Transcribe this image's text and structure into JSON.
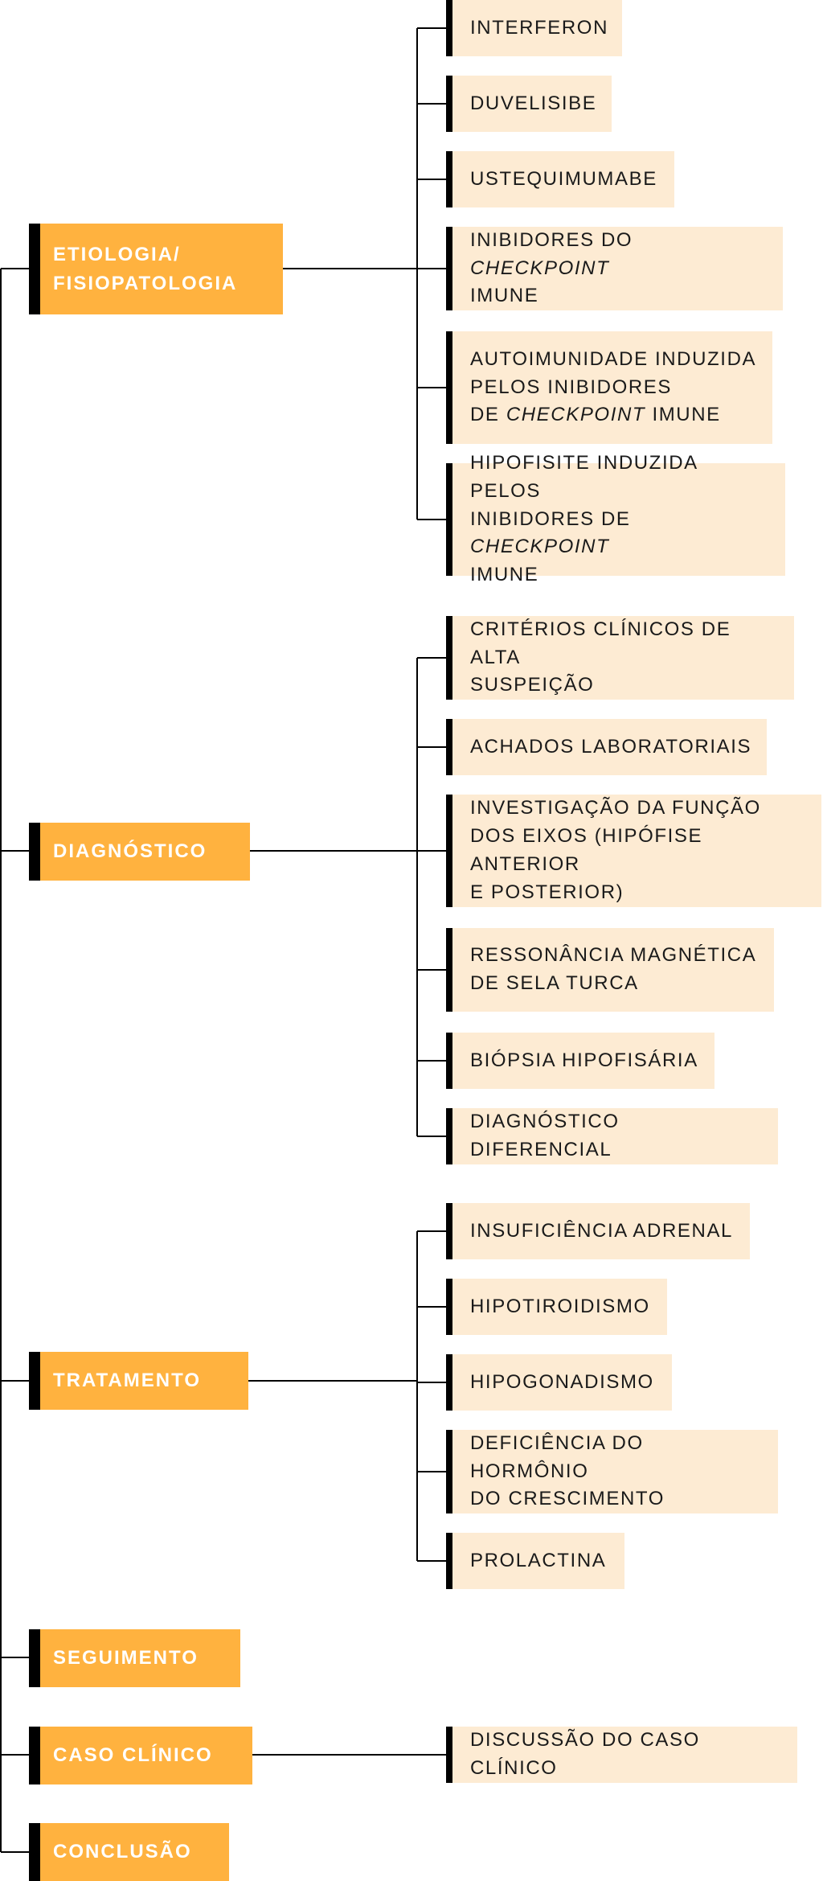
{
  "sections": {
    "etiologia": {
      "label": [
        "ETIOLOGIA/",
        "FISIOPATOLOGIA"
      ],
      "items": [
        {
          "runs": [
            {
              "t": "INTERFERON"
            }
          ]
        },
        {
          "runs": [
            {
              "t": "DUVELISIBE"
            }
          ]
        },
        {
          "runs": [
            {
              "t": "USTEQUIMUMABE"
            }
          ]
        },
        {
          "runs": [
            {
              "t": "INIBIDORES DO "
            },
            {
              "t": "CHECKPOINT",
              "i": true
            },
            {
              "br": true
            },
            {
              "t": "IMUNE"
            }
          ]
        },
        {
          "runs": [
            {
              "t": "AUTOIMUNIDADE INDUZIDA"
            },
            {
              "br": true
            },
            {
              "t": "PELOS INIBIDORES"
            },
            {
              "br": true
            },
            {
              "t": "DE "
            },
            {
              "t": "CHECKPOINT",
              "i": true
            },
            {
              "t": " IMUNE"
            }
          ]
        },
        {
          "runs": [
            {
              "t": "HIPOFISITE INDUZIDA PELOS"
            },
            {
              "br": true
            },
            {
              "t": "INIBIDORES DE "
            },
            {
              "t": "CHECKPOINT",
              "i": true
            },
            {
              "br": true
            },
            {
              "t": "IMUNE"
            }
          ]
        }
      ]
    },
    "diagnostico": {
      "label": [
        "DIAGNÓSTICO"
      ],
      "items": [
        {
          "runs": [
            {
              "t": "CRITÉRIOS CLÍNICOS DE ALTA"
            },
            {
              "br": true
            },
            {
              "t": "SUSPEIÇÃO"
            }
          ]
        },
        {
          "runs": [
            {
              "t": "ACHADOS LABORATORIAIS"
            }
          ]
        },
        {
          "runs": [
            {
              "t": "INVESTIGAÇÃO DA FUNÇÃO"
            },
            {
              "br": true
            },
            {
              "t": "DOS EIXOS (HIPÓFISE ANTERIOR"
            },
            {
              "br": true
            },
            {
              "t": "E POSTERIOR)"
            }
          ]
        },
        {
          "runs": [
            {
              "t": "RESSONÂNCIA MAGNÉTICA"
            },
            {
              "br": true
            },
            {
              "t": "DE SELA TURCA"
            }
          ]
        },
        {
          "runs": [
            {
              "t": "BIÓPSIA HIPOFISÁRIA"
            }
          ]
        },
        {
          "runs": [
            {
              "t": "DIAGNÓSTICO DIFERENCIAL"
            }
          ]
        }
      ]
    },
    "tratamento": {
      "label": [
        "TRATAMENTO"
      ],
      "items": [
        {
          "runs": [
            {
              "t": "INSUFICIÊNCIA ADRENAL"
            }
          ]
        },
        {
          "runs": [
            {
              "t": "HIPOTIROIDISMO"
            }
          ]
        },
        {
          "runs": [
            {
              "t": "HIPOGONADISMO"
            }
          ]
        },
        {
          "runs": [
            {
              "t": "DEFICIÊNCIA DO HORMÔNIO"
            },
            {
              "br": true
            },
            {
              "t": "DO CRESCIMENTO"
            }
          ]
        },
        {
          "runs": [
            {
              "t": "PROLACTINA"
            }
          ]
        }
      ]
    },
    "seguimento": {
      "label": [
        "SEGUIMENTO"
      ],
      "items": []
    },
    "caso_clinico": {
      "label": [
        "CASO CLÍNICO"
      ],
      "items": [
        {
          "runs": [
            {
              "t": "DISCUSSÃO DO CASO CLÍNICO"
            }
          ]
        }
      ]
    },
    "conclusao": {
      "label": [
        "CONCLUSÃO"
      ],
      "items": []
    }
  },
  "colors": {
    "main_box": "#FFB23F",
    "sub_box": "#FDEBD3",
    "bar": "#000000",
    "connector": "#000000"
  }
}
